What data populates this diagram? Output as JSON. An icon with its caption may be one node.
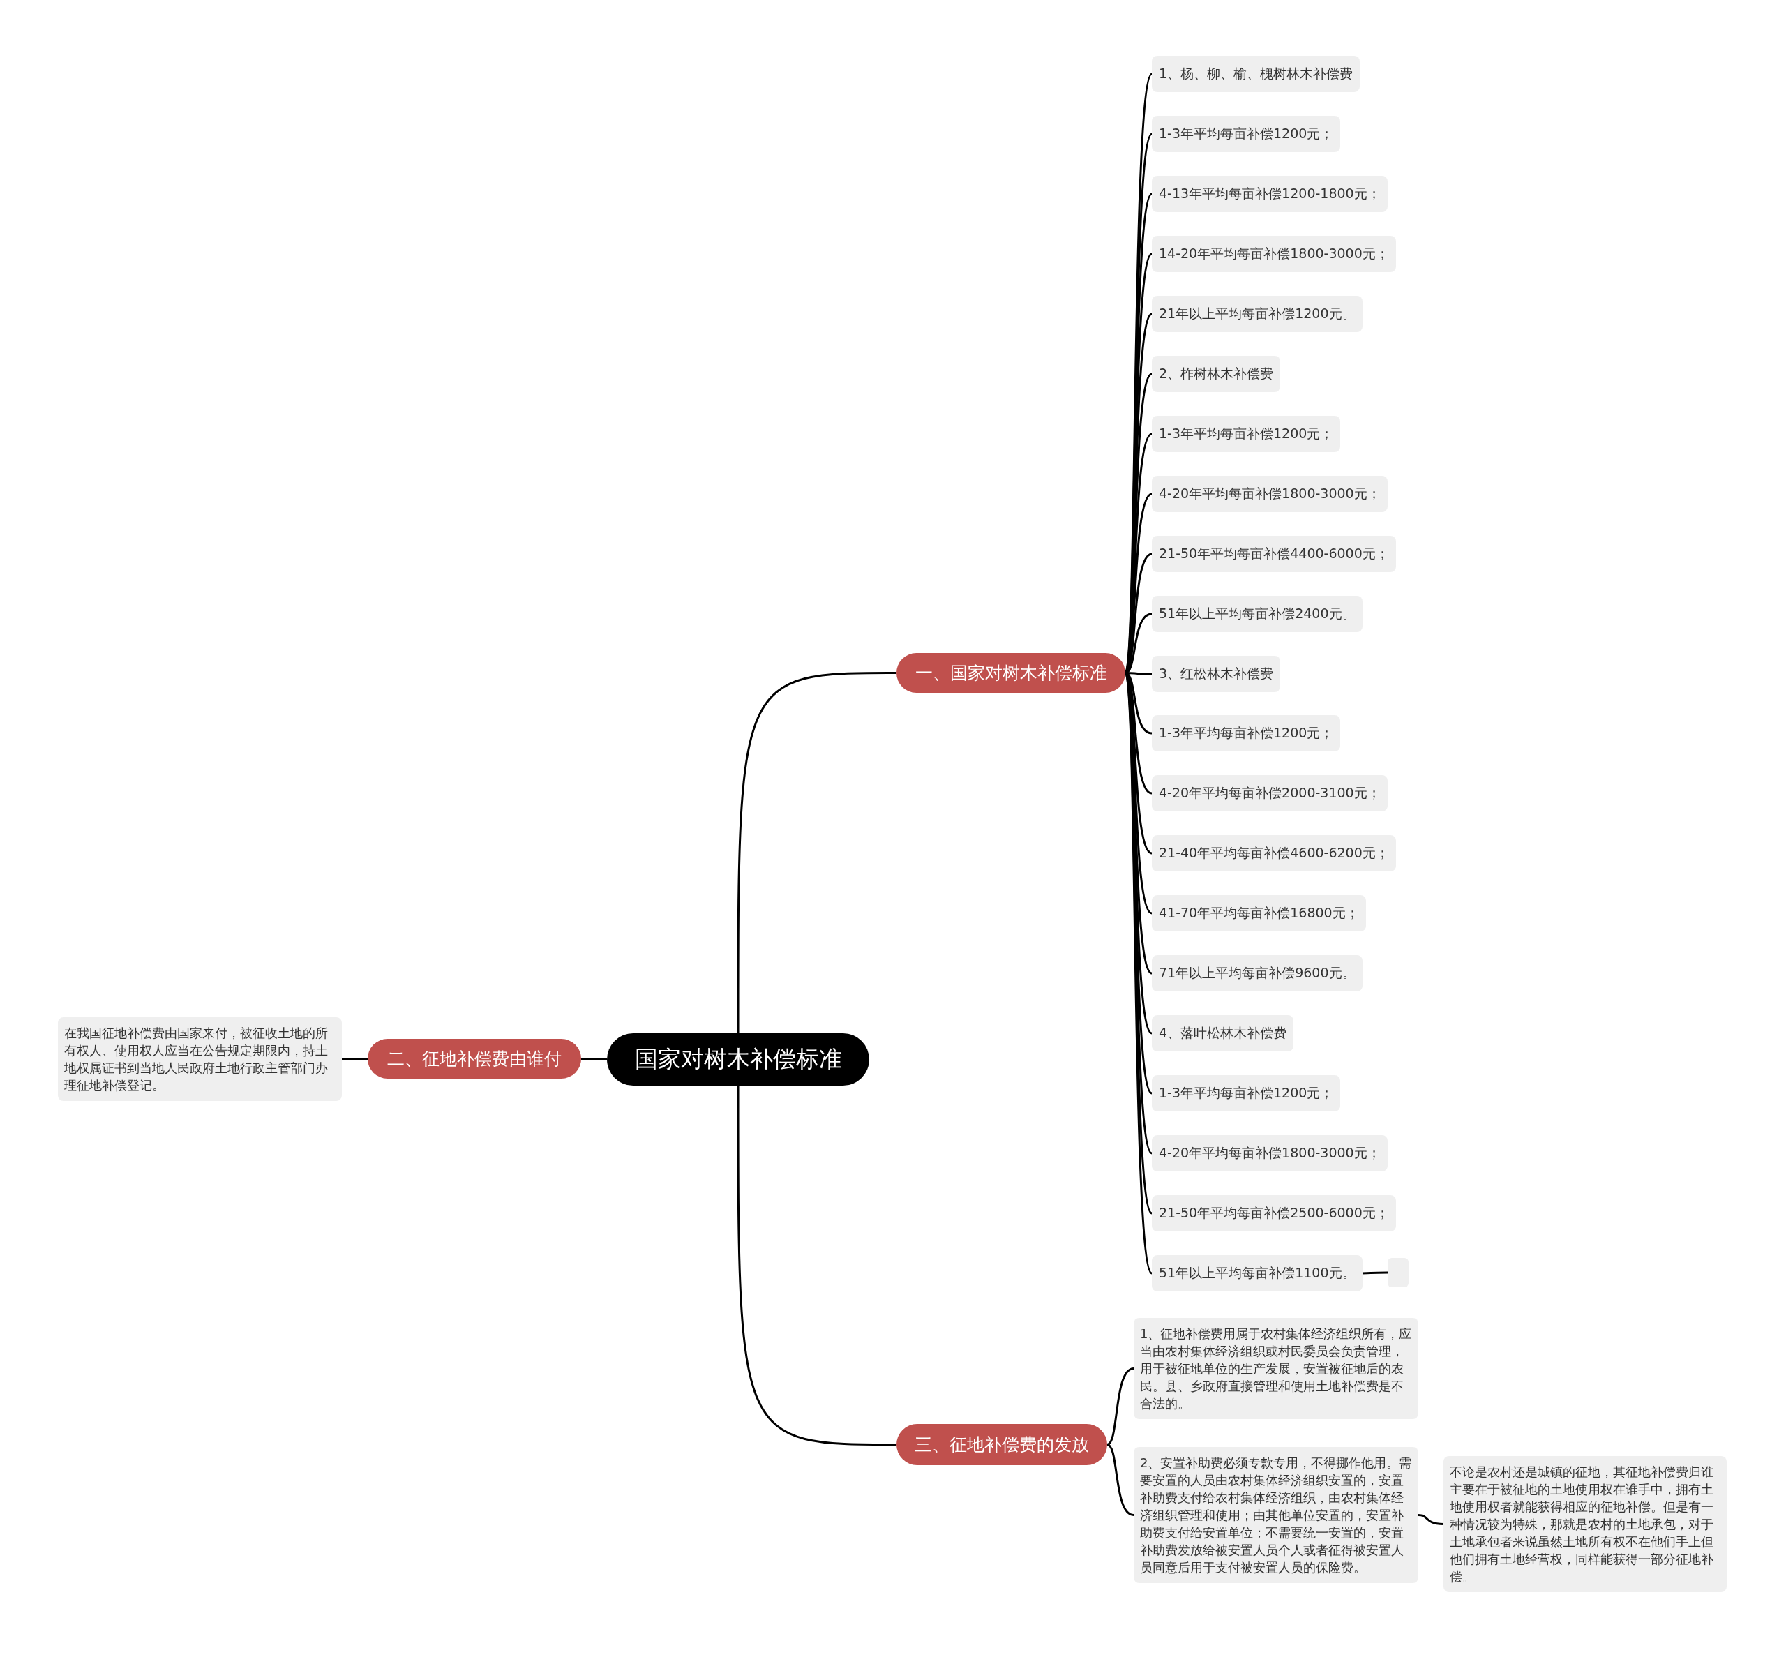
{
  "diagram": {
    "nodes": [
      {
        "text": [
          "国家对树木补偿标准"
        ]
      },
      {
        "text": [
          "一、国家对树木补偿标准"
        ]
      },
      {
        "text": [
          "1、杨、柳、榆、槐树林木补偿费"
        ]
      },
      {
        "text": [
          "1-3年平均每亩补偿1200元；"
        ]
      },
      {
        "text": [
          "4-13年平均每亩补偿1200-1800元；"
        ]
      },
      {
        "text": [
          "14-20年平均每亩补偿1800-3000元；"
        ]
      },
      {
        "text": [
          "21年以上平均每亩补偿1200元。"
        ]
      },
      {
        "text": [
          "2、柞树林木补偿费"
        ]
      },
      {
        "text": [
          "1-3年平均每亩补偿1200元；"
        ]
      },
      {
        "text": [
          "4-20年平均每亩补偿1800-3000元；"
        ]
      },
      {
        "text": [
          "21-50年平均每亩补偿4400-6000元；"
        ]
      },
      {
        "text": [
          "51年以上平均每亩补偿2400元。"
        ]
      },
      {
        "text": [
          "3、红松林木补偿费"
        ]
      },
      {
        "text": [
          "1-3年平均每亩补偿1200元；"
        ]
      },
      {
        "text": [
          "4-20年平均每亩补偿2000-3100元；"
        ]
      },
      {
        "text": [
          "21-40年平均每亩补偿4600-6200元；"
        ]
      },
      {
        "text": [
          "41-70年平均每亩补偿16800元；"
        ]
      },
      {
        "text": [
          "71年以上平均每亩补偿9600元。"
        ]
      },
      {
        "text": [
          "4、落叶松林木补偿费"
        ]
      },
      {
        "text": [
          "1-3年平均每亩补偿1200元；"
        ]
      },
      {
        "text": [
          "4-20年平均每亩补偿1800-3000元；"
        ]
      },
      {
        "text": [
          "21-50年平均每亩补偿2500-6000元；"
        ]
      },
      {
        "text": [
          "51年以上平均每亩补偿1100元。"
        ]
      },
      {
        "text": [],
        "shape": "box"
      },
      {
        "text": [
          "二、征地补偿费由谁付"
        ]
      },
      {
        "text": [
          "在我国征地补偿费由国家来付，被征收土地的所有权人、使用权人应当在公告规定期限内，持土地权属证书到当地人民政府土地行政主管部门办理征地补偿登记。"
        ]
      },
      {
        "text": [
          "三、征地补偿费的发放"
        ]
      },
      {
        "text": [
          "1、征地补偿费用属于农村集体经济组织所有，应当由农村集体经济组织或村民委员会负责管理，用于被征地单位的生产发展，安置被征地后的农民。县、乡政府直接管理和使用土地补偿费是不合法的。"
        ]
      },
      {
        "text": [
          "2、安置补助费必须专款专用，不得挪作他用。需要安置的人员由农村集体经济组织安置的，安置补助费支付给农村集体经济组织，由农村集体经济组织管理和使用；由其他单位安置的，安置补助费支付给安置单位；不需要统一安置的，安置补助费发放给被安置人员个人或者征得被安置人员同意后用于支付被安置人员的保险费。"
        ]
      },
      {
        "text": [
          "不论是农村还是城镇的征地，其征地补偿费归谁主要在于被征地的土地使用权在谁手中，拥有土地使用权者就能获得相应的征地补偿。但是有一种情况较为特殊，那就是农村的土地承包，对于土地承包者来说虽然土地所有权不在他们手上但他们拥有土地经营权，同样能获得一部分征地补偿。"
        ]
      }
    ],
    "edges": [
      {
        "from": 0,
        "to": 1,
        "arrow": "none"
      },
      {
        "from": 1,
        "to": 2,
        "arrow": "none"
      },
      {
        "from": 1,
        "to": 3,
        "arrow": "none"
      },
      {
        "from": 1,
        "to": 4,
        "arrow": "none"
      },
      {
        "from": 1,
        "to": 5,
        "arrow": "none"
      },
      {
        "from": 1,
        "to": 6,
        "arrow": "none"
      },
      {
        "from": 1,
        "to": 7,
        "arrow": "none"
      },
      {
        "from": 1,
        "to": 8,
        "arrow": "none"
      },
      {
        "from": 1,
        "to": 9,
        "arrow": "none"
      },
      {
        "from": 1,
        "to": 10,
        "arrow": "none"
      },
      {
        "from": 1,
        "to": 11,
        "arrow": "none"
      },
      {
        "from": 1,
        "to": 12,
        "arrow": "none"
      },
      {
        "from": 1,
        "to": 13,
        "arrow": "none"
      },
      {
        "from": 1,
        "to": 14,
        "arrow": "none"
      },
      {
        "from": 1,
        "to": 15,
        "arrow": "none"
      },
      {
        "from": 1,
        "to": 16,
        "arrow": "none"
      },
      {
        "from": 1,
        "to": 17,
        "arrow": "none"
      },
      {
        "from": 1,
        "to": 18,
        "arrow": "none"
      },
      {
        "from": 1,
        "to": 19,
        "arrow": "none"
      },
      {
        "from": 1,
        "to": 20,
        "arrow": "none"
      },
      {
        "from": 1,
        "to": 21,
        "arrow": "none"
      },
      {
        "from": 1,
        "to": 22,
        "arrow": "none"
      },
      {
        "from": 22,
        "to": 23,
        "arrow": "none"
      },
      {
        "from": 0,
        "to": 24,
        "arrow": "none"
      },
      {
        "from": 24,
        "to": 25,
        "arrow": "none"
      },
      {
        "from": 0,
        "to": 26,
        "arrow": "none"
      },
      {
        "from": 26,
        "to": 27,
        "arrow": "none"
      },
      {
        "from": 26,
        "to": 28,
        "arrow": "none"
      },
      {
        "from": 28,
        "to": 29,
        "arrow": "none"
      }
    ]
  }
}
